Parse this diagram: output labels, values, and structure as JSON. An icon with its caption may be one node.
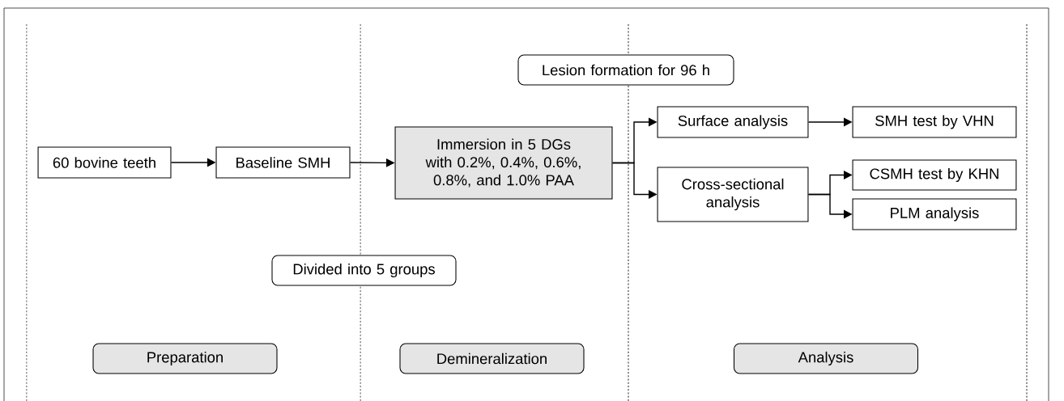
{
  "diagram": {
    "nodes": [
      {
        "text": [
          "60 bovine teeth"
        ]
      },
      {
        "text": [
          "Baseline SMH"
        ]
      },
      {
        "text": [
          "Immersion in 5 DGs with 0.2%, 0.4%, 0.6%, 0.8%, and 1.0% PAA"
        ]
      },
      {
        "text": [
          "Lesion formation for 96 h"
        ]
      },
      {
        "text": [
          "Surface analysis"
        ]
      },
      {
        "text": [
          "SMH test by VHN"
        ]
      },
      {
        "text": [
          "Cross-sectional analysis"
        ]
      },
      {
        "text": [
          "CSMH test by KHN"
        ]
      },
      {
        "text": [
          "PLM analysis"
        ]
      },
      {
        "text": [
          "Divided into 5 groups"
        ]
      },
      {
        "text": [
          "Preparation"
        ]
      },
      {
        "text": [
          "Demineralization"
        ]
      },
      {
        "text": [
          "Analysis"
        ]
      }
    ],
    "edges": [
      {
        "from": 0,
        "to": 1,
        "arrow": "to"
      },
      {
        "from": 1,
        "to": 2,
        "arrow": "to"
      },
      {
        "from": 2,
        "to": 4,
        "arrow": "to"
      },
      {
        "from": 2,
        "to": 6,
        "arrow": "to"
      },
      {
        "from": 4,
        "to": 5,
        "arrow": "to"
      },
      {
        "from": 6,
        "to": 7,
        "arrow": "to"
      },
      {
        "from": 6,
        "to": 8,
        "arrow": "to"
      }
    ]
  }
}
